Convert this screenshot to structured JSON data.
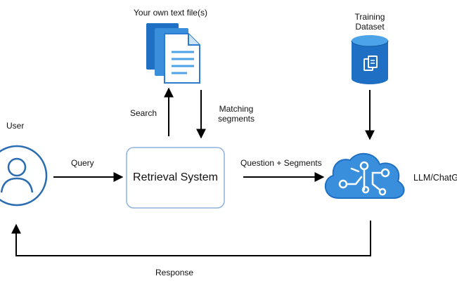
{
  "labels": {
    "user": "User",
    "text_files": "Your own text file(s)",
    "training_dataset": [
      "Training",
      "Dataset"
    ],
    "search": "Search",
    "matching_segments": [
      "Matching",
      "segments"
    ],
    "query": "Query",
    "question_segments": "Question + Segments",
    "llm": "LLM/ChatG",
    "response": "Response",
    "retrieval_system": "Retrieval System"
  },
  "icons": {
    "user": "user-avatar-icon",
    "documents": "text-documents-icon",
    "database": "database-icon",
    "llm": "cloud-brain-icon"
  },
  "colors": {
    "icon_blue": "#1f6fc4",
    "icon_light_blue": "#4da3e8",
    "user_outline": "#2b6cb0",
    "box_border": "#8fb3dc",
    "arrow": "#000000"
  }
}
